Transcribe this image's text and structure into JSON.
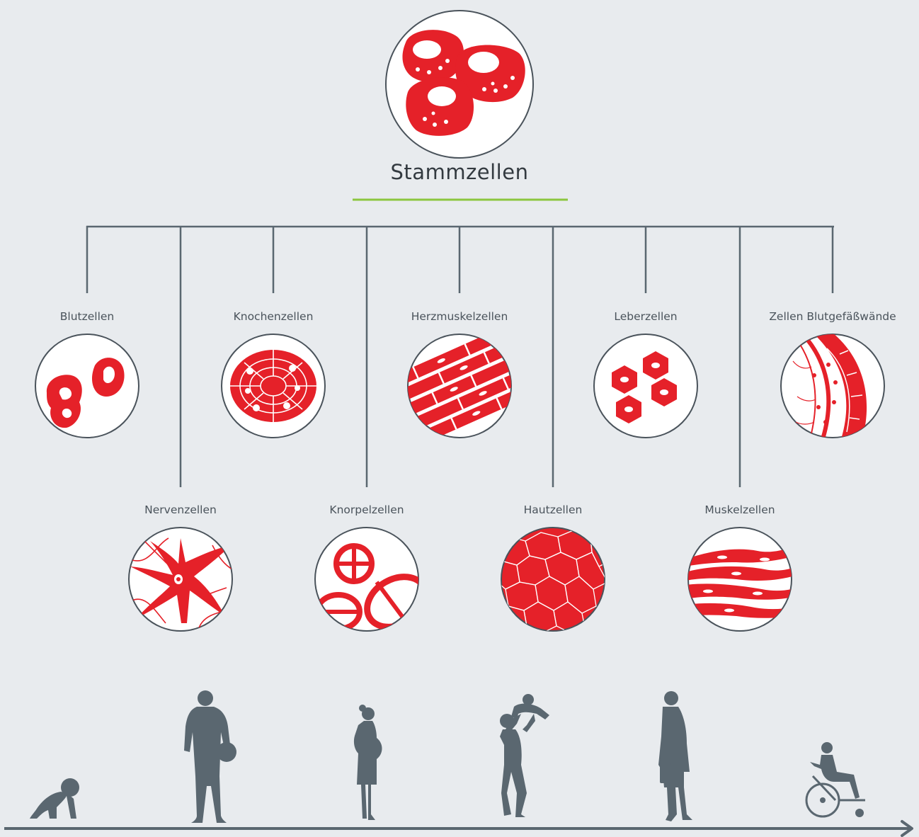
{
  "root": {
    "title": "Stammzellen",
    "icon": "stem-cells-icon"
  },
  "cell_types": [
    {
      "key": "blut",
      "label": "Blutzellen",
      "icon": "blood-cells-icon"
    },
    {
      "key": "nerven",
      "label": "Nervenzellen",
      "icon": "nerve-cell-icon"
    },
    {
      "key": "knochen",
      "label": "Knochenzellen",
      "icon": "bone-cells-icon"
    },
    {
      "key": "knorpel",
      "label": "Knorpelzellen",
      "icon": "cartilage-cells-icon"
    },
    {
      "key": "herz",
      "label": "Herzmuskelzellen",
      "icon": "heart-muscle-cells-icon"
    },
    {
      "key": "haut",
      "label": "Hautzellen",
      "icon": "skin-cells-icon"
    },
    {
      "key": "leber",
      "label": "Leberzellen",
      "icon": "liver-cells-icon"
    },
    {
      "key": "muskel",
      "label": "Muskelzellen",
      "icon": "muscle-cells-icon"
    },
    {
      "key": "gefaess",
      "label": "Zellen Blutgefäßwände",
      "icon": "vessel-wall-cells-icon"
    }
  ],
  "timeline": {
    "stages": [
      {
        "key": "baby",
        "icon": "crawling-baby-icon"
      },
      {
        "key": "athlete",
        "icon": "athlete-with-ball-icon"
      },
      {
        "key": "pregnant",
        "icon": "pregnant-woman-icon"
      },
      {
        "key": "parent",
        "icon": "parent-lifting-child-icon"
      },
      {
        "key": "businesswoman",
        "icon": "businesswoman-icon"
      },
      {
        "key": "wheelchair",
        "icon": "wheelchair-user-icon"
      }
    ],
    "arrow_icon": "timeline-arrow-icon"
  },
  "colors": {
    "background": "#e8ebee",
    "cell_red": "#e52129",
    "connector": "#5a6770",
    "accent_underline": "#8cc63f",
    "circle_stroke": "#4a535b",
    "silhouette": "#5a6770"
  }
}
